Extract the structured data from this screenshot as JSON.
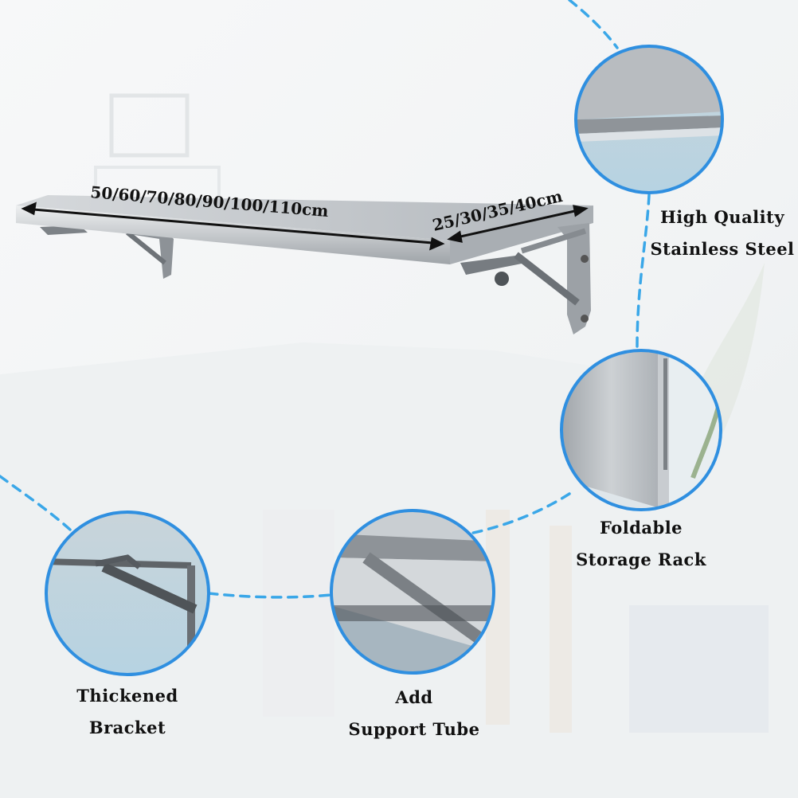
{
  "dimensions": {
    "length": "50/60/70/80/90/100/110cm",
    "depth": "25/30/35/40cm"
  },
  "features": [
    {
      "line1": "High Quality",
      "line2": "Stainless Steel"
    },
    {
      "line1": "Foldable",
      "line2": "Storage Rack"
    },
    {
      "line1": "Thickened",
      "line2": "Bracket"
    },
    {
      "line1": "Add",
      "line2": "Support Tube"
    }
  ],
  "colors": {
    "accent_dashes": "#3aa7e8",
    "circle_border": "#2f8fe0",
    "steel": "#b9bdc1",
    "background": "#f4f6f7"
  }
}
